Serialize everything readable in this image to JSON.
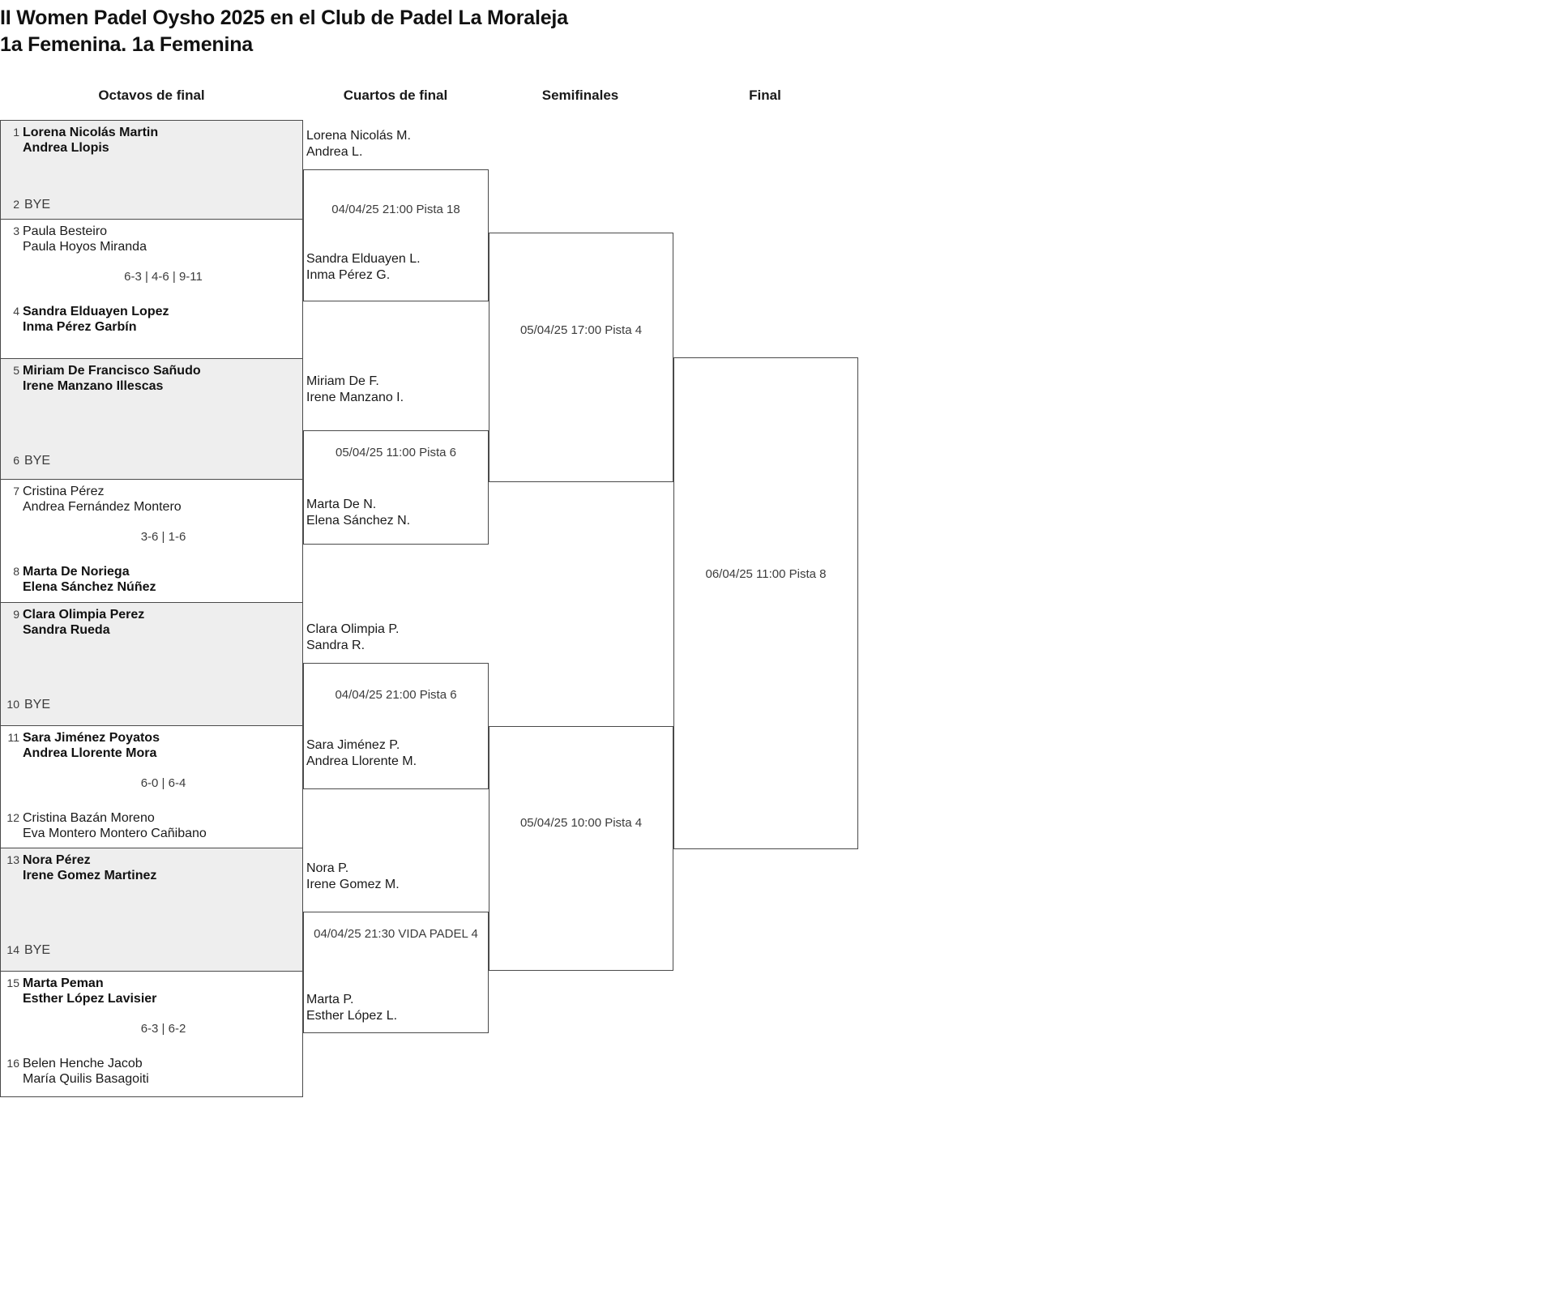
{
  "title": {
    "line1": "II Women Padel Oysho 2025 en el Club de Padel La Moraleja",
    "line2": "1a Femenina. 1a Femenina"
  },
  "rounds": [
    {
      "key": "r16",
      "label": "Octavos de final"
    },
    {
      "key": "qf",
      "label": "Cuartos de final"
    },
    {
      "key": "sf",
      "label": "Semifinales"
    },
    {
      "key": "final",
      "label": "Final"
    }
  ],
  "round16": [
    {
      "shaded": true,
      "top": {
        "seed": "1",
        "p1": "Lorena Nicolás Martin",
        "p2": "Andrea Llopis",
        "winner": true,
        "bye": false
      },
      "bottom": {
        "seed": "2",
        "p1": "BYE",
        "p2": "",
        "winner": false,
        "bye": true
      },
      "score": ""
    },
    {
      "shaded": false,
      "top": {
        "seed": "3",
        "p1": "Paula Besteiro",
        "p2": "Paula Hoyos Miranda",
        "winner": false,
        "bye": false
      },
      "bottom": {
        "seed": "4",
        "p1": "Sandra Elduayen Lopez",
        "p2": "Inma Pérez Garbín",
        "winner": true,
        "bye": false
      },
      "score": "6-3 | 4-6 | 9-11"
    },
    {
      "shaded": true,
      "top": {
        "seed": "5",
        "p1": "Miriam De Francisco Sañudo",
        "p2": "Irene Manzano Illescas",
        "winner": true,
        "bye": false
      },
      "bottom": {
        "seed": "6",
        "p1": "BYE",
        "p2": "",
        "winner": false,
        "bye": true
      },
      "score": ""
    },
    {
      "shaded": false,
      "top": {
        "seed": "7",
        "p1": "Cristina Pérez",
        "p2": "Andrea Fernández Montero",
        "winner": false,
        "bye": false
      },
      "bottom": {
        "seed": "8",
        "p1": "Marta De Noriega",
        "p2": "Elena Sánchez Núñez",
        "winner": true,
        "bye": false
      },
      "score": "3-6 | 1-6"
    },
    {
      "shaded": true,
      "top": {
        "seed": "9",
        "p1": "Clara Olimpia Perez",
        "p2": "Sandra Rueda",
        "winner": true,
        "bye": false
      },
      "bottom": {
        "seed": "10",
        "p1": "BYE",
        "p2": "",
        "winner": false,
        "bye": true
      },
      "score": ""
    },
    {
      "shaded": false,
      "top": {
        "seed": "11",
        "p1": "Sara Jiménez Poyatos",
        "p2": "Andrea Llorente Mora",
        "winner": true,
        "bye": false
      },
      "bottom": {
        "seed": "12",
        "p1": "Cristina Bazán Moreno",
        "p2": "Eva Montero Montero Cañibano",
        "winner": false,
        "bye": false
      },
      "score": "6-0 | 6-4"
    },
    {
      "shaded": true,
      "top": {
        "seed": "13",
        "p1": "Nora Pérez",
        "p2": "Irene Gomez Martinez",
        "winner": true,
        "bye": false
      },
      "bottom": {
        "seed": "14",
        "p1": "BYE",
        "p2": "",
        "winner": false,
        "bye": true
      },
      "score": ""
    },
    {
      "shaded": false,
      "top": {
        "seed": "15",
        "p1": "Marta Peman",
        "p2": "Esther López Lavisier",
        "winner": true,
        "bye": false
      },
      "bottom": {
        "seed": "16",
        "p1": "Belen Henche Jacob",
        "p2": "María Quilis Basagoiti",
        "winner": false,
        "bye": false
      },
      "score": "6-3 | 6-2"
    }
  ],
  "quarterfinals": [
    {
      "top_p1": "Lorena Nicolás M.",
      "top_p2": "Andrea L.",
      "bottom_p1": "Sandra Elduayen L.",
      "bottom_p2": "Inma Pérez G.",
      "label": "04/04/25 21:00 Pista 18"
    },
    {
      "top_p1": "Miriam De F.",
      "top_p2": "Irene Manzano I.",
      "bottom_p1": "Marta De N.",
      "bottom_p2": "Elena Sánchez N.",
      "label": "05/04/25 11:00 Pista 6"
    },
    {
      "top_p1": "Clara Olimpia P.",
      "top_p2": "Sandra R.",
      "bottom_p1": "Sara Jiménez P.",
      "bottom_p2": "Andrea Llorente M.",
      "label": "04/04/25 21:00 Pista 6"
    },
    {
      "top_p1": "Nora P.",
      "top_p2": "Irene Gomez M.",
      "bottom_p1": "Marta P.",
      "bottom_p2": "Esther López L.",
      "label": "04/04/25 21:30 VIDA PADEL 4"
    }
  ],
  "semifinals": [
    {
      "top_p1": "",
      "top_p2": "",
      "bottom_p1": "",
      "bottom_p2": "",
      "label": "05/04/25 17:00 Pista 4"
    },
    {
      "top_p1": "",
      "top_p2": "",
      "bottom_p1": "",
      "bottom_p2": "",
      "label": "05/04/25 10:00 Pista 4"
    }
  ],
  "final": {
    "top_p1": "",
    "top_p2": "",
    "bottom_p1": "",
    "bottom_p2": "",
    "label": "06/04/25 11:00 Pista 8"
  },
  "colors": {
    "border": "#4a4a4a",
    "shade": "#eeeeee",
    "text": "#1a1a1a",
    "muted": "#3c3c3c",
    "background": "#ffffff"
  }
}
